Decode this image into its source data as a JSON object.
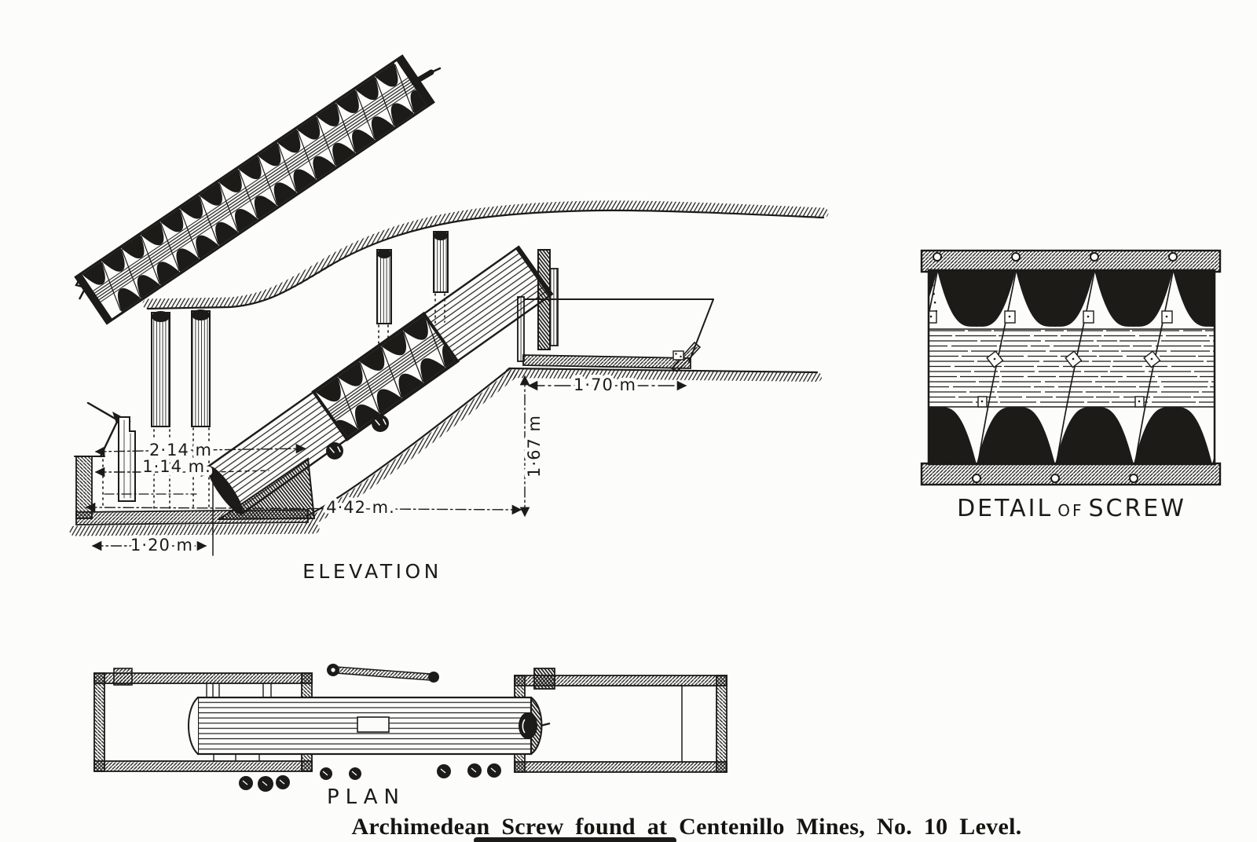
{
  "figure": {
    "caption": "Archimedean Screw found at Centenillo Mines, No. 10 Level.",
    "labels": {
      "elevation": "ELEVATION",
      "plan": "PLAN",
      "detail_word1": "DETAIL",
      "detail_word2": "OF",
      "detail_word3": "SCREW"
    },
    "dimensions": {
      "top_gallery_width": "2·14 m",
      "mid_width": "1·14 m.",
      "incline_run": "4·42 m.",
      "sump_width": "1·20 m",
      "launder_length": "1·70 m",
      "lift_height": "1·67 m"
    },
    "colors": {
      "ink": "#1c1b18",
      "paper": "#fcfcfa"
    }
  }
}
